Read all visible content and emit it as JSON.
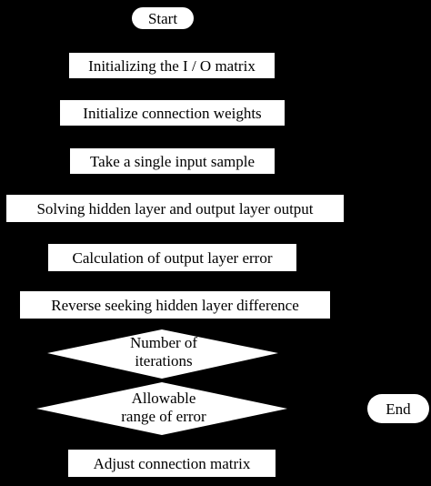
{
  "flowchart": {
    "start": "Start",
    "end": "End",
    "steps": [
      "Initializing the I / O matrix",
      "Initialize connection weights",
      "Take a single input sample",
      "Solving hidden layer and output layer output",
      "Calculation of output layer error",
      "Reverse seeking hidden layer difference"
    ],
    "decision_1": [
      "Number of",
      "iterations"
    ],
    "decision_2": [
      "Allowable",
      "range of error"
    ],
    "adjust": "Adjust connection matrix"
  },
  "colors": {
    "background": "#000000",
    "shape_fill": "#ffffff",
    "text": "#000000"
  }
}
